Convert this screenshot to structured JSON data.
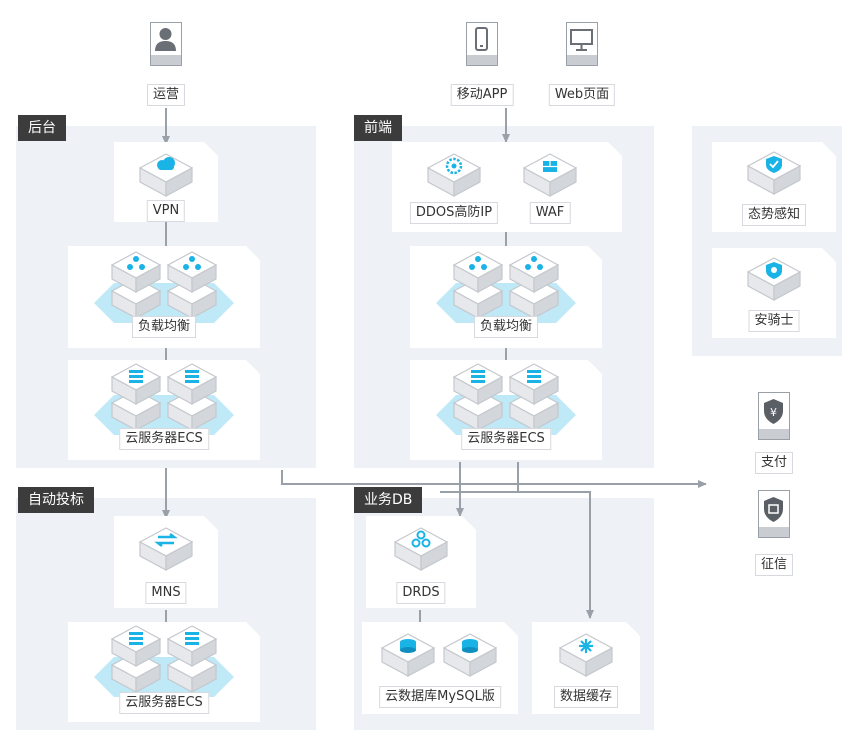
{
  "groups": {
    "backend": "后台",
    "frontend": "前端",
    "auto_bid": "自动投标",
    "business_db": "业务DB"
  },
  "nodes": {
    "ops": "运营",
    "mobile_app": "移动APP",
    "web_page": "Web页面",
    "vpn": "VPN",
    "ddos": "DDOS高防IP",
    "waf": "WAF",
    "slb_back": "负载均衡",
    "slb_front": "负载均衡",
    "ecs_back": "云服务器ECS",
    "ecs_front": "云服务器ECS",
    "mns": "MNS",
    "ecs_auto": "云服务器ECS",
    "drds": "DRDS",
    "mysql": "云数据库MySQL版",
    "cache": "数据缓存",
    "situation": "态势感知",
    "aegis": "安骑士",
    "payment": "支付",
    "credit": "征信"
  },
  "icons": {
    "ops": "user-icon",
    "mobile_app": "mobile-phone-icon",
    "web_page": "monitor-icon",
    "vpn": "cloud-icon",
    "ddos": "gear-shield-icon",
    "waf": "firewall-icon",
    "slb": "load-balancer-icon",
    "ecs": "server-icon",
    "mns": "message-queue-icon",
    "drds": "distributed-db-icon",
    "mysql": "database-icon",
    "cache": "cache-icon",
    "situation": "shield-check-icon",
    "aegis": "security-shield-icon",
    "payment": "yuan-icon",
    "credit": "credit-badge-icon"
  },
  "colors": {
    "accent": "#1ab3e6",
    "accent_dark": "#0e8fc0",
    "region_bg": "#eef2f7",
    "group_tag": "#3c3c3c",
    "connector": "#9aa0a8",
    "halo": "#bfe9f7"
  }
}
